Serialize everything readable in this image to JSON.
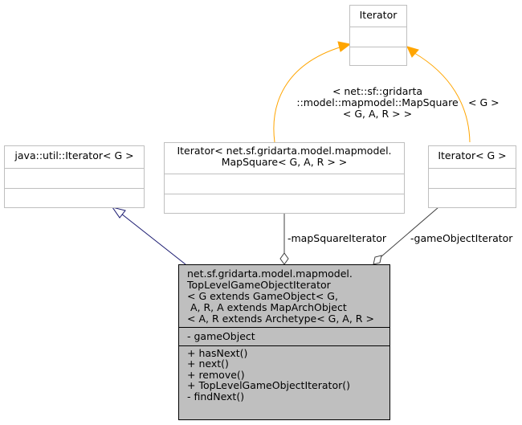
{
  "classes": {
    "main": {
      "title": "net.sf.gridarta.model.mapmodel.\nTopLevelGameObjectIterator\n< G extends GameObject< G,\n A, R, A extends MapArchObject\n< A, R extends Archetype< G, A, R >",
      "attributes": "- gameObject",
      "methods": "+ hasNext()\n+ next()\n+ remove()\n+ TopLevelGameObjectIterator()\n- findNext()"
    },
    "java_iterator": {
      "title": "java::util::Iterator< G >"
    },
    "iterator": {
      "title": "Iterator"
    },
    "iterator_mapsquare": {
      "title": "Iterator< net.sf.gridarta.model.mapmodel.\nMapSquare< G, A, R > >"
    },
    "iterator_g": {
      "title": "Iterator< G >"
    }
  },
  "edges": {
    "template_mapsquare": "< net::sf::gridarta\n::model::mapmodel::MapSquare\n< G, A, R > >",
    "template_g": "< G >",
    "map_square_iterator": "-mapSquareIterator",
    "game_object_iterator": "-gameObjectIterator"
  },
  "colors": {
    "template_edge": "#ffa500",
    "inheritance_edge": "#191970",
    "association_edge": "#404040"
  }
}
